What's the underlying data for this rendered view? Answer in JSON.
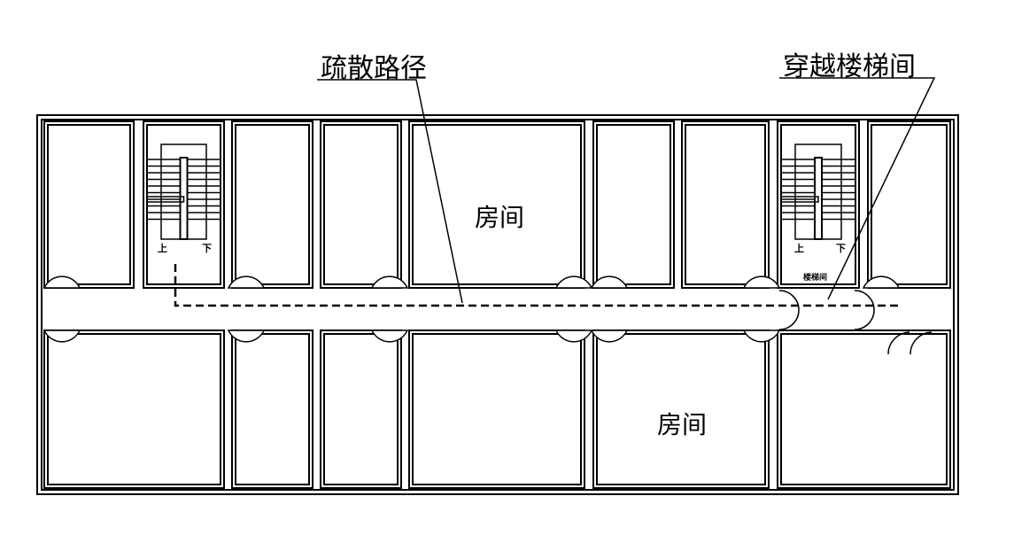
{
  "labels": {
    "evacuation_path": "疏散路径",
    "through_stairwell": "穿越楼梯间",
    "room_top": "房间",
    "room_bottom": "房间",
    "stair_left_up": "上",
    "stair_left_down": "下",
    "stair_right_up": "上",
    "stair_right_down": "下",
    "stairwell_small": "楼梯间"
  },
  "colors": {
    "line": "#000000",
    "background": "#ffffff"
  }
}
